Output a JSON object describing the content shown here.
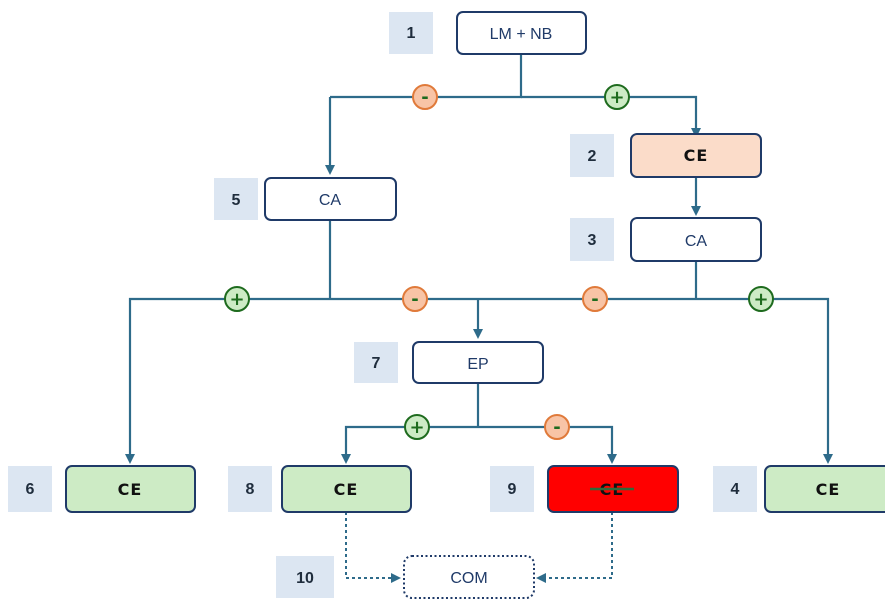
{
  "diagram": {
    "nodes": {
      "n1": {
        "number": "1",
        "label": "LM + NB"
      },
      "n2": {
        "number": "2",
        "label": "CE"
      },
      "n3": {
        "number": "3",
        "label": "CA"
      },
      "n4": {
        "number": "4",
        "label": "CE"
      },
      "n5": {
        "number": "5",
        "label": "CA"
      },
      "n6": {
        "number": "6",
        "label": "CE"
      },
      "n7": {
        "number": "7",
        "label": "EP"
      },
      "n8": {
        "number": "8",
        "label": "CE"
      },
      "n9": {
        "number": "9",
        "label": "CE"
      },
      "n10": {
        "number": "10",
        "label": "COM"
      }
    },
    "signs": {
      "plus": "+",
      "minus": "-"
    },
    "colors": {
      "line": "#2e6b8a",
      "box_border": "#1f3a68",
      "number_bg": "#dce6f2",
      "ce_green": "#cdebc5",
      "ce_peach": "#fbdcc9",
      "ce_red": "#ff0000",
      "plus_fill": "#cdebc5",
      "plus_stroke": "#1e6b1e",
      "minus_fill": "#f8c4a6",
      "minus_stroke": "#e07a3a"
    }
  }
}
